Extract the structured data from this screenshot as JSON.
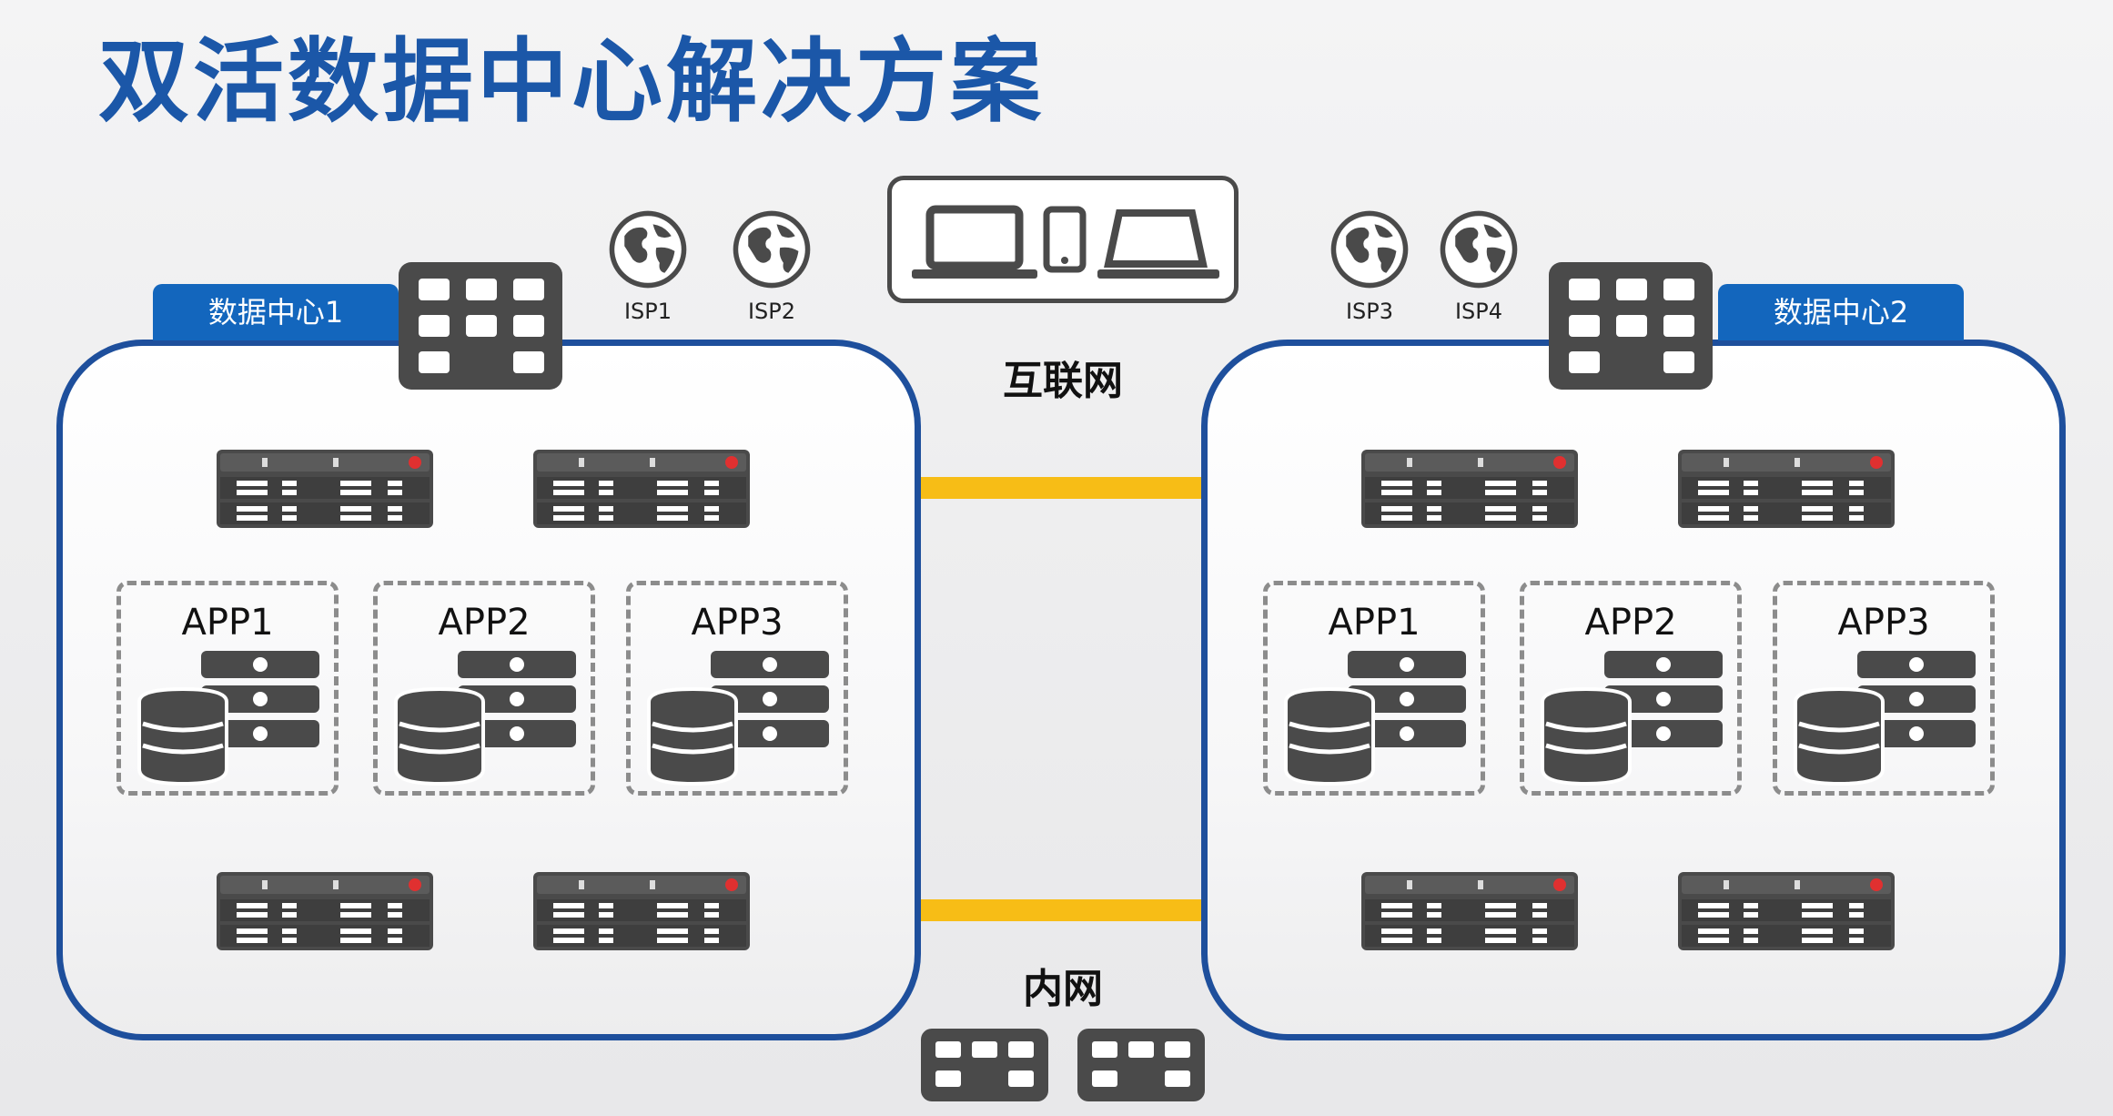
{
  "title": "双活数据中心解决方案",
  "datacenters": [
    {
      "label": "数据中心1",
      "isps": [
        "ISP1",
        "ISP2"
      ],
      "apps": [
        "APP1",
        "APP2",
        "APP3"
      ]
    },
    {
      "label": "数据中心2",
      "isps": [
        "ISP3",
        "ISP4"
      ],
      "apps": [
        "APP1",
        "APP2",
        "APP3"
      ]
    }
  ],
  "networks": {
    "internet": "互联网",
    "intranet": "内网"
  },
  "colors": {
    "title": "#1b57a8",
    "border": "#1e4f9c",
    "label_bg": "#1366bd",
    "link": "#f7bd16",
    "icon": "#4a4a4a"
  },
  "icons": [
    "building-icon",
    "globe-icon",
    "laptop-icon",
    "phone-icon",
    "server-rack-icon",
    "database-server-icon"
  ]
}
